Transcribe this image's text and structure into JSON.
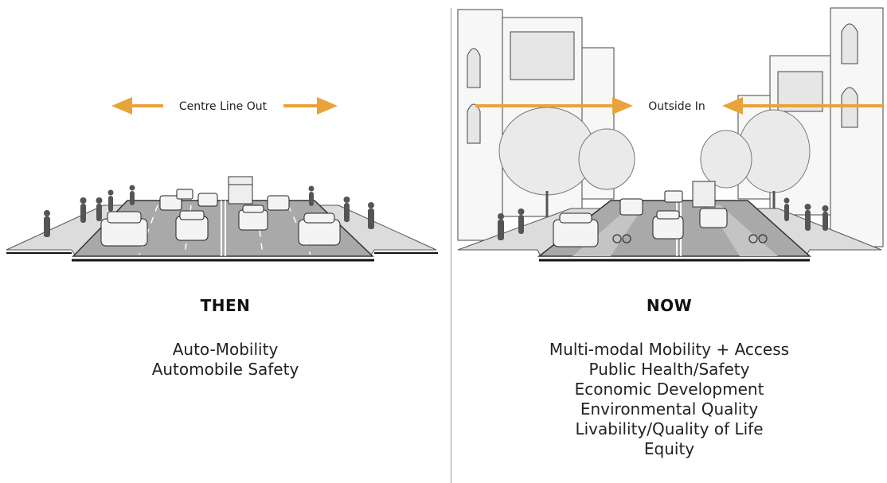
{
  "colors": {
    "arrow": "#e8a33a",
    "road": "#a9a9a9",
    "sidewalk": "#dcdcdc",
    "ink": "#222222"
  },
  "then": {
    "arrow_label": "Centre Line Out",
    "heading": "THEN",
    "goals": [
      "Auto-Mobility",
      "Automobile Safety"
    ]
  },
  "now": {
    "arrow_label": "Outside In",
    "heading": "NOW",
    "goals": [
      "Multi-modal Mobility + Access",
      "Public Health/Safety",
      "Economic Development",
      "Environmental Quality",
      "Livability/Quality of Life",
      "Equity"
    ]
  }
}
